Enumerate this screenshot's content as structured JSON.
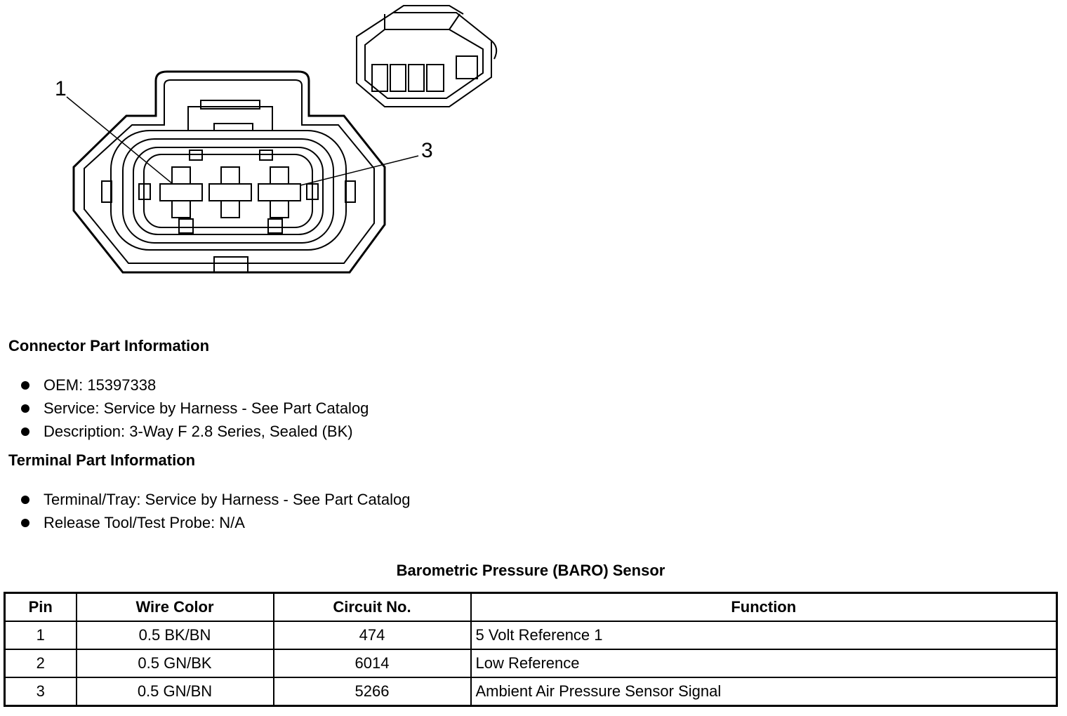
{
  "diagram": {
    "callouts": [
      "1",
      "3"
    ]
  },
  "connector_part_info": {
    "heading": "Connector Part Information",
    "items": [
      "OEM: 15397338",
      "Service: Service by Harness - See Part Catalog",
      "Description: 3-Way F 2.8 Series, Sealed (BK)"
    ]
  },
  "terminal_part_info": {
    "heading": "Terminal Part Information",
    "items": [
      "Terminal/Tray: Service by Harness - See Part Catalog",
      "Release Tool/Test Probe: N/A"
    ]
  },
  "table": {
    "title": "Barometric Pressure (BARO) Sensor",
    "headers": [
      "Pin",
      "Wire Color",
      "Circuit No.",
      "Function"
    ],
    "rows": [
      [
        "1",
        "0.5 BK/BN",
        "474",
        "5 Volt Reference 1"
      ],
      [
        "2",
        "0.5 GN/BK",
        "6014",
        "Low Reference"
      ],
      [
        "3",
        "0.5 GN/BN",
        "5266",
        "Ambient Air Pressure Sensor Signal"
      ]
    ]
  }
}
